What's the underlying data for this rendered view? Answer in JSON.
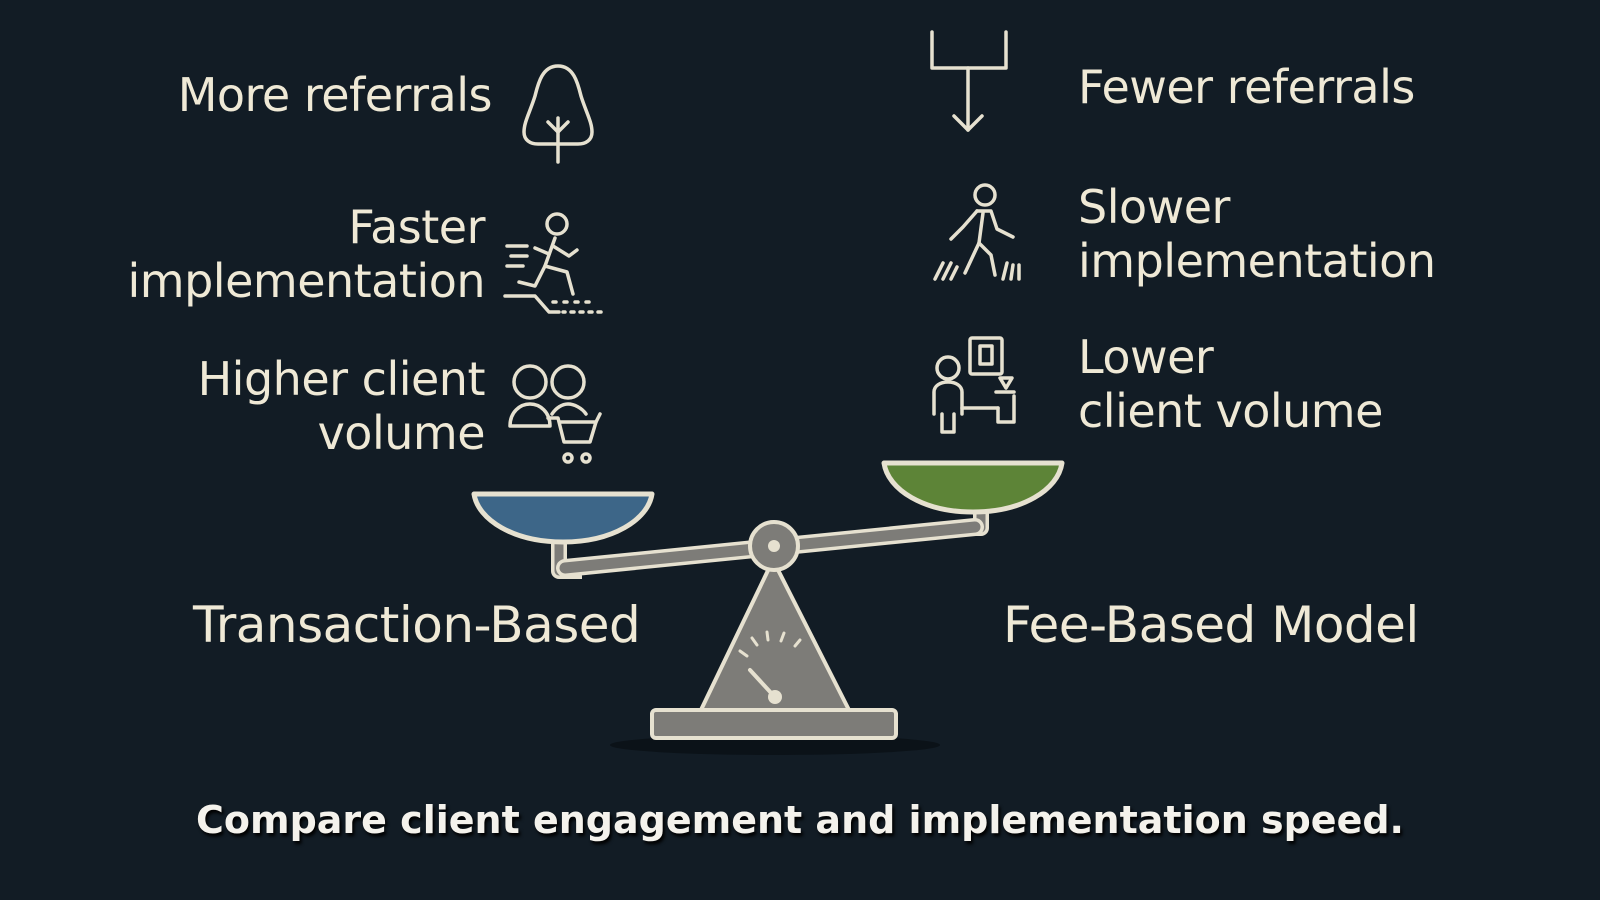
{
  "transaction": {
    "model_label": "Transaction-Based",
    "pan_color": "#3d6688",
    "items": [
      {
        "label": "More referrals",
        "icon": "tree-icon"
      },
      {
        "label": "Faster\nimplementation",
        "icon": "running-person-icon"
      },
      {
        "label": "Higher client\nvolume",
        "icon": "clients-cart-icon"
      }
    ]
  },
  "fee": {
    "model_label": "Fee-Based Model",
    "pan_color": "#5d8437",
    "items": [
      {
        "label": "Fewer referrals",
        "icon": "funnel-down-arrow-icon"
      },
      {
        "label": "Slower\nimplementation",
        "icon": "walking-person-icon"
      },
      {
        "label": "Lower\nclient volume",
        "icon": "person-document-icon"
      }
    ]
  },
  "caption": "Compare client engagement and implementation speed.",
  "colors": {
    "background": "#121c25",
    "line": "#e6e1d0",
    "scale_gray": "#7d7c78"
  }
}
